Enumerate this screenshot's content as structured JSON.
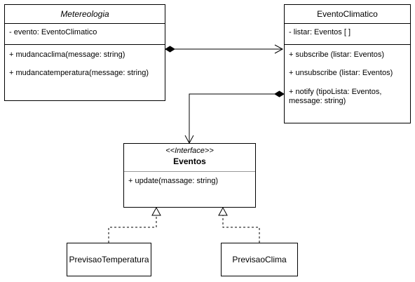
{
  "diagram": {
    "metereologia": {
      "name": "Metereologia",
      "attributes": [
        "- evento: EventoClimatico"
      ],
      "methods": [
        "+ mudancaclima(message: string)",
        "+ mudancatemperatura(message: string)"
      ]
    },
    "evento_climatico": {
      "name": "EventoClimatico",
      "attributes": [
        "- listar: Eventos [ ]"
      ],
      "methods": [
        "+ subscribe (listar: Eventos)",
        "+ unsubscribe (listar: Eventos)",
        "+ notify (tipoLista: Eventos, message: string)"
      ]
    },
    "eventos": {
      "stereotype": "<<Interface>>",
      "name": "Eventos",
      "methods": [
        "+ update(massage: string)"
      ]
    },
    "previsao_temperatura": {
      "name": "PrevisaoTemperatura"
    },
    "previsao_clima": {
      "name": "PrevisaoClima"
    },
    "colors": {
      "line": "#000000",
      "background": "#ffffff",
      "interface_separator": "#9a9a9a"
    }
  }
}
